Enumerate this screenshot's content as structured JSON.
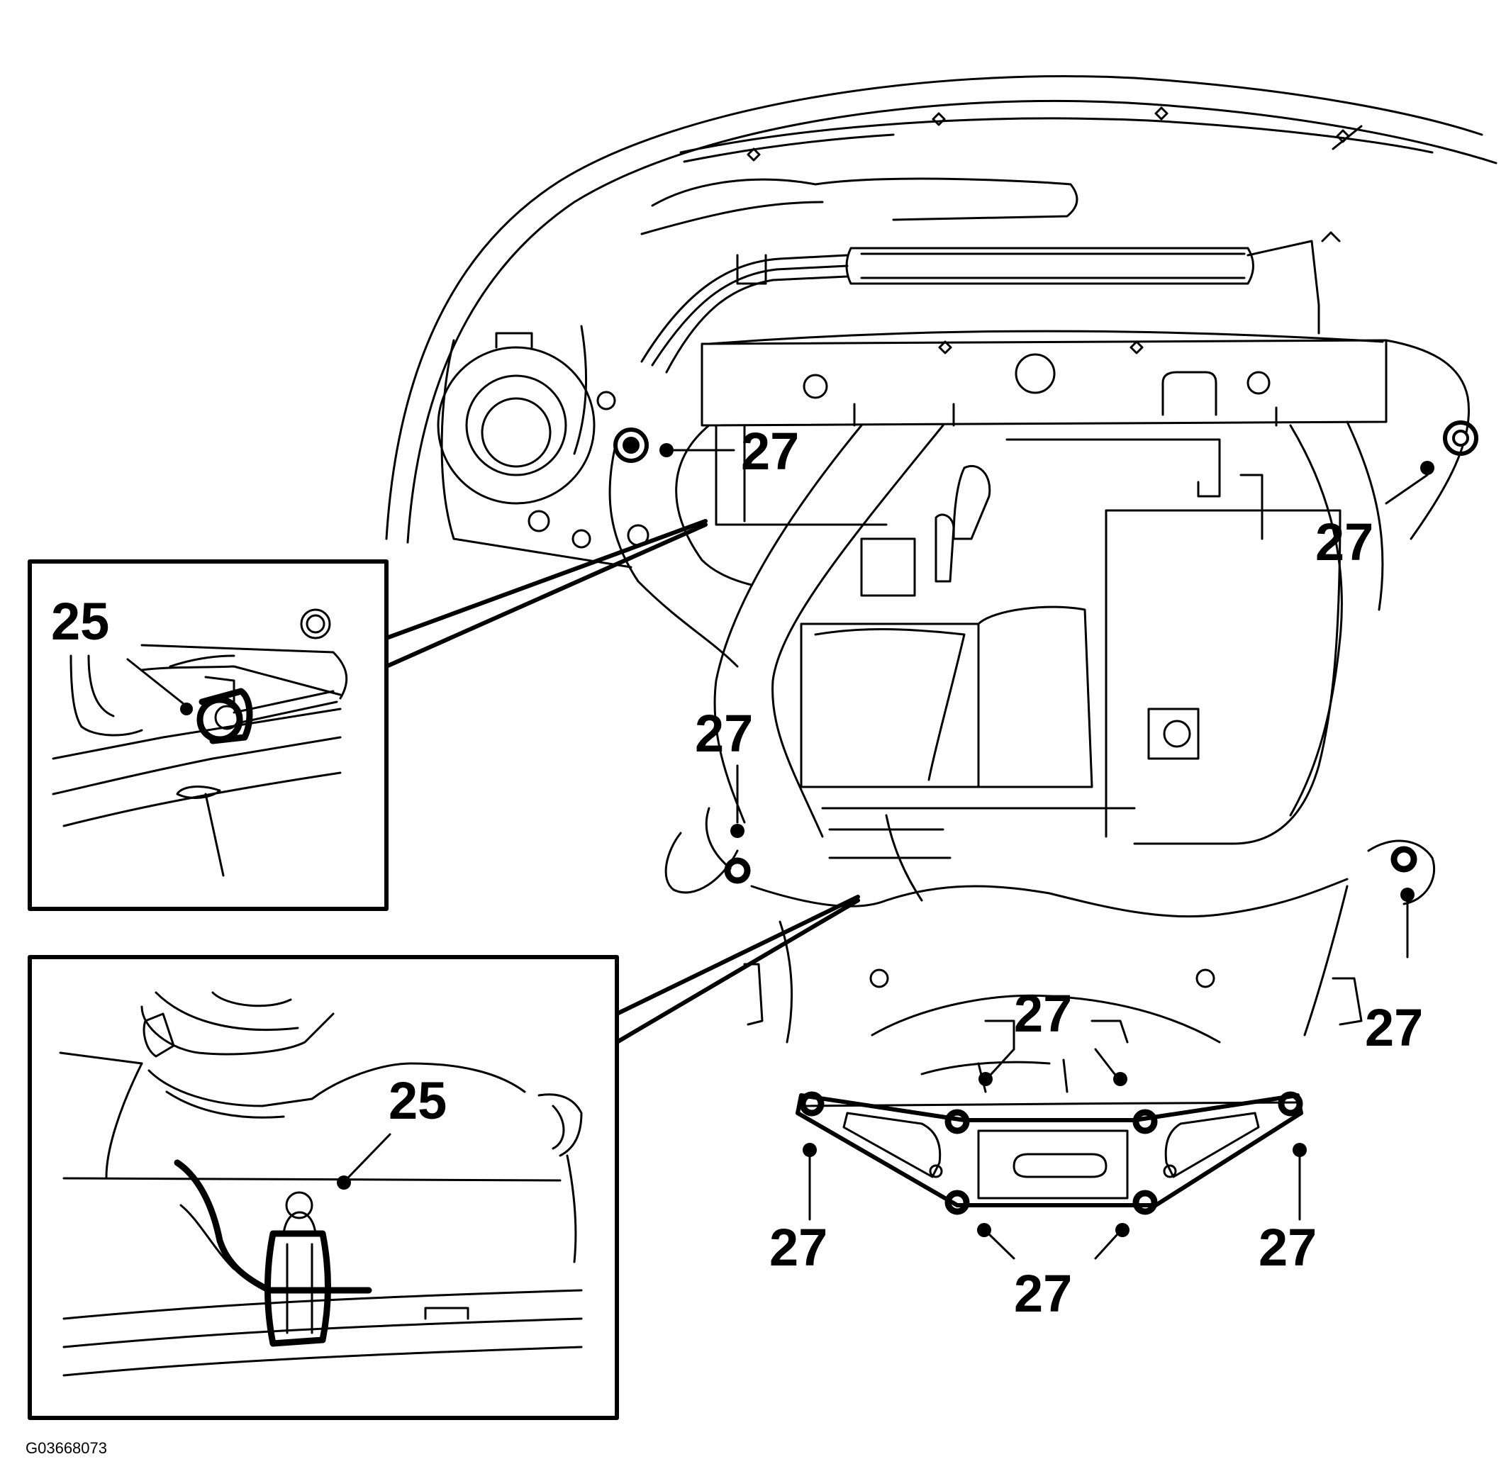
{
  "figure": {
    "id_label": "G03668073",
    "callouts": {
      "c27_top_left": "27",
      "c27_top_right": "27",
      "c27_mid_left": "27",
      "c27_center": "27",
      "c27_right": "27",
      "c27_bottom_left": "27",
      "c27_bottom_mid": "27",
      "c27_bottom_right": "27",
      "c25_inset_top": "25",
      "c25_inset_bottom": "25"
    }
  }
}
